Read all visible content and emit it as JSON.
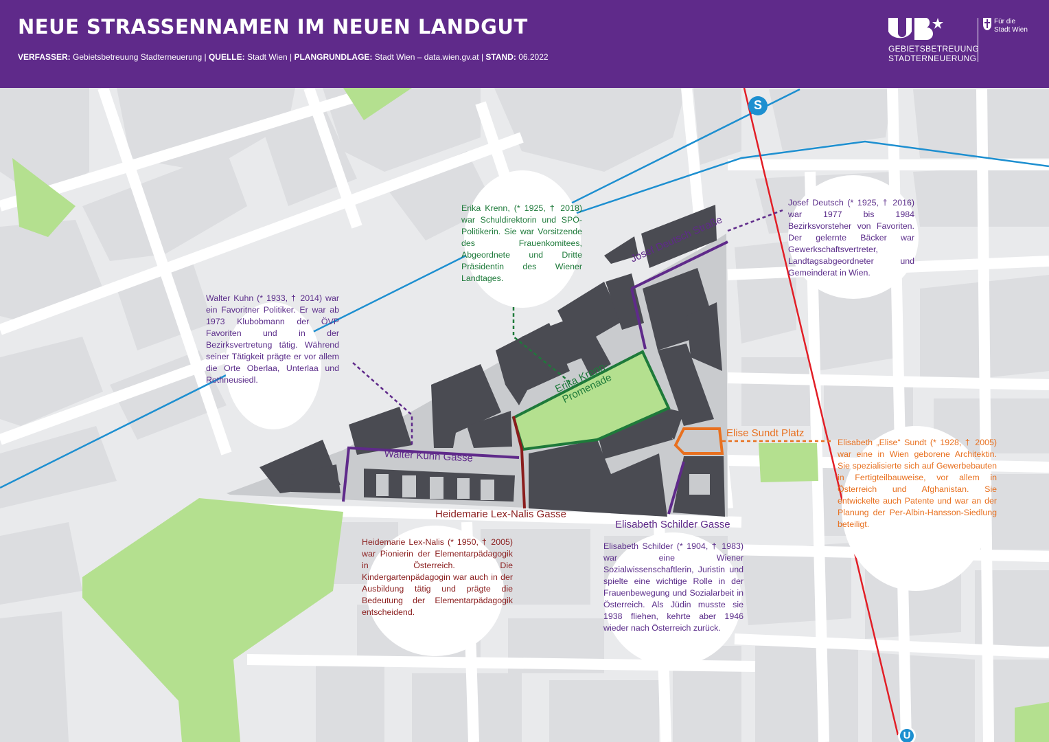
{
  "header": {
    "title": "NEUE STRASSENNAMEN IM NEUEN LANDGUT",
    "meta": [
      {
        "label": "VERFASSER:",
        "value": " Gebietsbetreuung Stadterneuerung | "
      },
      {
        "label": "QUELLE:",
        "value": " Stadt Wien | "
      },
      {
        "label": "PLANGRUNDLAGE:",
        "value": " Stadt Wien – data.wien.gv.at | "
      },
      {
        "label": "STAND:",
        "value": " 06.2022"
      }
    ],
    "logo_line1": "GEBIETSBETREUUNG",
    "logo_line2": "STADTERNEUERUNG",
    "city_line1": "Für die",
    "city_line2": "Stadt Wien"
  },
  "colors": {
    "purple": "#5f2a8a",
    "green": "#1e7a3a",
    "red": "#8a1d1d",
    "orange": "#e8701f",
    "blue": "#1d8fd0",
    "rail": "#e21e26",
    "park": "#b4e08f",
    "building": "#4a4b52"
  },
  "streets": {
    "josef": "Josef Deutsch Straße",
    "walter": "Walter Kuhn Gasse",
    "heidemarie": "Heidemarie Lex-Nalis Gasse",
    "elisabeth": "Elisabeth Schilder Gasse",
    "elise": "Elise Sundt Platz",
    "erika_1": "Erika Krenn-",
    "erika_2": "Promenade"
  },
  "notes": {
    "erika": "Erika Krenn, (* 1925, † 2018) war Schuldirektorin und SPÖ-Politikerin. Sie war Vorsitzende des Frauenkomitees, Abgeordnete und Dritte Präsidentin des Wiener Landtages.",
    "josef": "Josef Deutsch (* 1925, † 2016) war 1977 bis 1984 Bezirksvorsteher von Favoriten. Der gelernte Bäcker war Gewerkschaftsvertreter, Landtagsabgeordneter und Gemeinderat in Wien.",
    "walter": "Walter Kuhn (* 1933, † 2014) war ein Favoritner Politiker. Er war ab 1973 Klubobmann der ÖVP Favoriten und in der Bezirksvertretung tätig. Während seiner Tätigkeit prägte er vor allem die Orte Oberlaa, Unterlaa und Rothneusiedl.",
    "elise": "Elisabeth „Elise“ Sundt (* 1928, † 2005) war eine in Wien geborene Architektin. Sie spezialisierte sich auf Gewerbebauten in Fertigteilbauweise, vor allem in Österreich und Afghanistan. Sie entwickelte auch Patente und war an der Planung der Per-Albin-Hansson-Siedlung beteiligt.",
    "heidemarie": "Heidemarie Lex-Nalis (* 1950, † 2005) war Pionierin der Elementarpädagogik in Österreich. Die Kindergartenpädagogin war auch in der Ausbildung tätig und prägte die Bedeutung der Elementarpädagogik entscheidend.",
    "elisabeth": "Elisabeth Schilder (* 1904, † 1983) war eine Wiener Sozialwissenschaftlerin, Juristin und spielte eine wichtige Rolle in der Frauenbewegung und Sozialarbeit in Österreich. Als Jüdin musste sie 1938 fliehen, kehrte aber 1946 wieder nach Österreich zurück."
  },
  "symbols": {
    "sbahn": "S",
    "ubahn": "U"
  }
}
